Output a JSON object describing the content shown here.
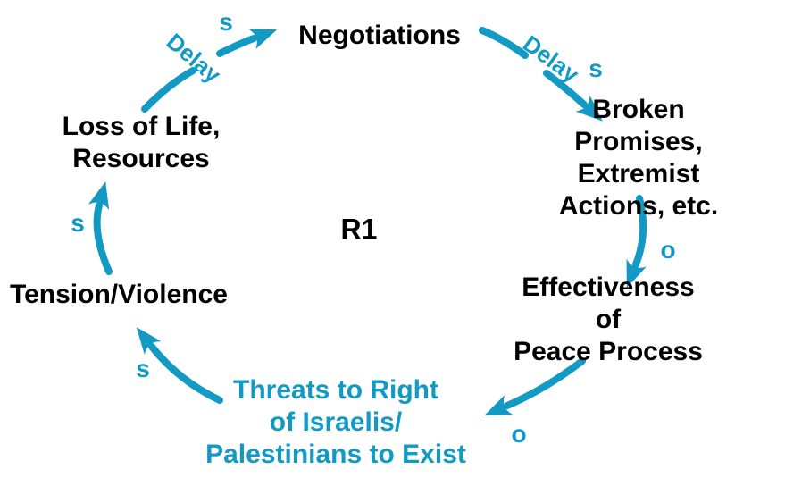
{
  "diagram": {
    "loop_label": "R1",
    "loop_type": "reinforcing",
    "nodes": [
      {
        "id": "negotiations",
        "text": "Negotiations",
        "color": "black"
      },
      {
        "id": "broken-promises",
        "text": "Broken Promises,\nExtremist Actions, etc.",
        "color": "black"
      },
      {
        "id": "effectiveness-peace-process",
        "text": "Effectiveness of\nPeace Process",
        "color": "black"
      },
      {
        "id": "threats-to-right-to-exist",
        "text": "Threats to Right\nof Israelis/\nPalestinians to Exist",
        "color": "accent"
      },
      {
        "id": "tension-violence",
        "text": "Tension/Violence",
        "color": "black"
      },
      {
        "id": "loss-of-life-resources",
        "text": "Loss of Life,\nResources",
        "color": "black"
      }
    ],
    "edges": [
      {
        "from": "loss-of-life-resources",
        "to": "negotiations",
        "polarity": "s",
        "delay_label": "Delay"
      },
      {
        "from": "negotiations",
        "to": "broken-promises",
        "polarity": "s",
        "delay_label": "Delay"
      },
      {
        "from": "broken-promises",
        "to": "effectiveness-peace-process",
        "polarity": "o",
        "delay_label": ""
      },
      {
        "from": "effectiveness-peace-process",
        "to": "threats-to-right-to-exist",
        "polarity": "o",
        "delay_label": ""
      },
      {
        "from": "threats-to-right-to-exist",
        "to": "tension-violence",
        "polarity": "s",
        "delay_label": ""
      },
      {
        "from": "tension-violence",
        "to": "loss-of-life-resources",
        "polarity": "s",
        "delay_label": ""
      }
    ]
  },
  "colors": {
    "accent": "#1299C4",
    "text": "#000000",
    "background": "#FFFFFF"
  }
}
